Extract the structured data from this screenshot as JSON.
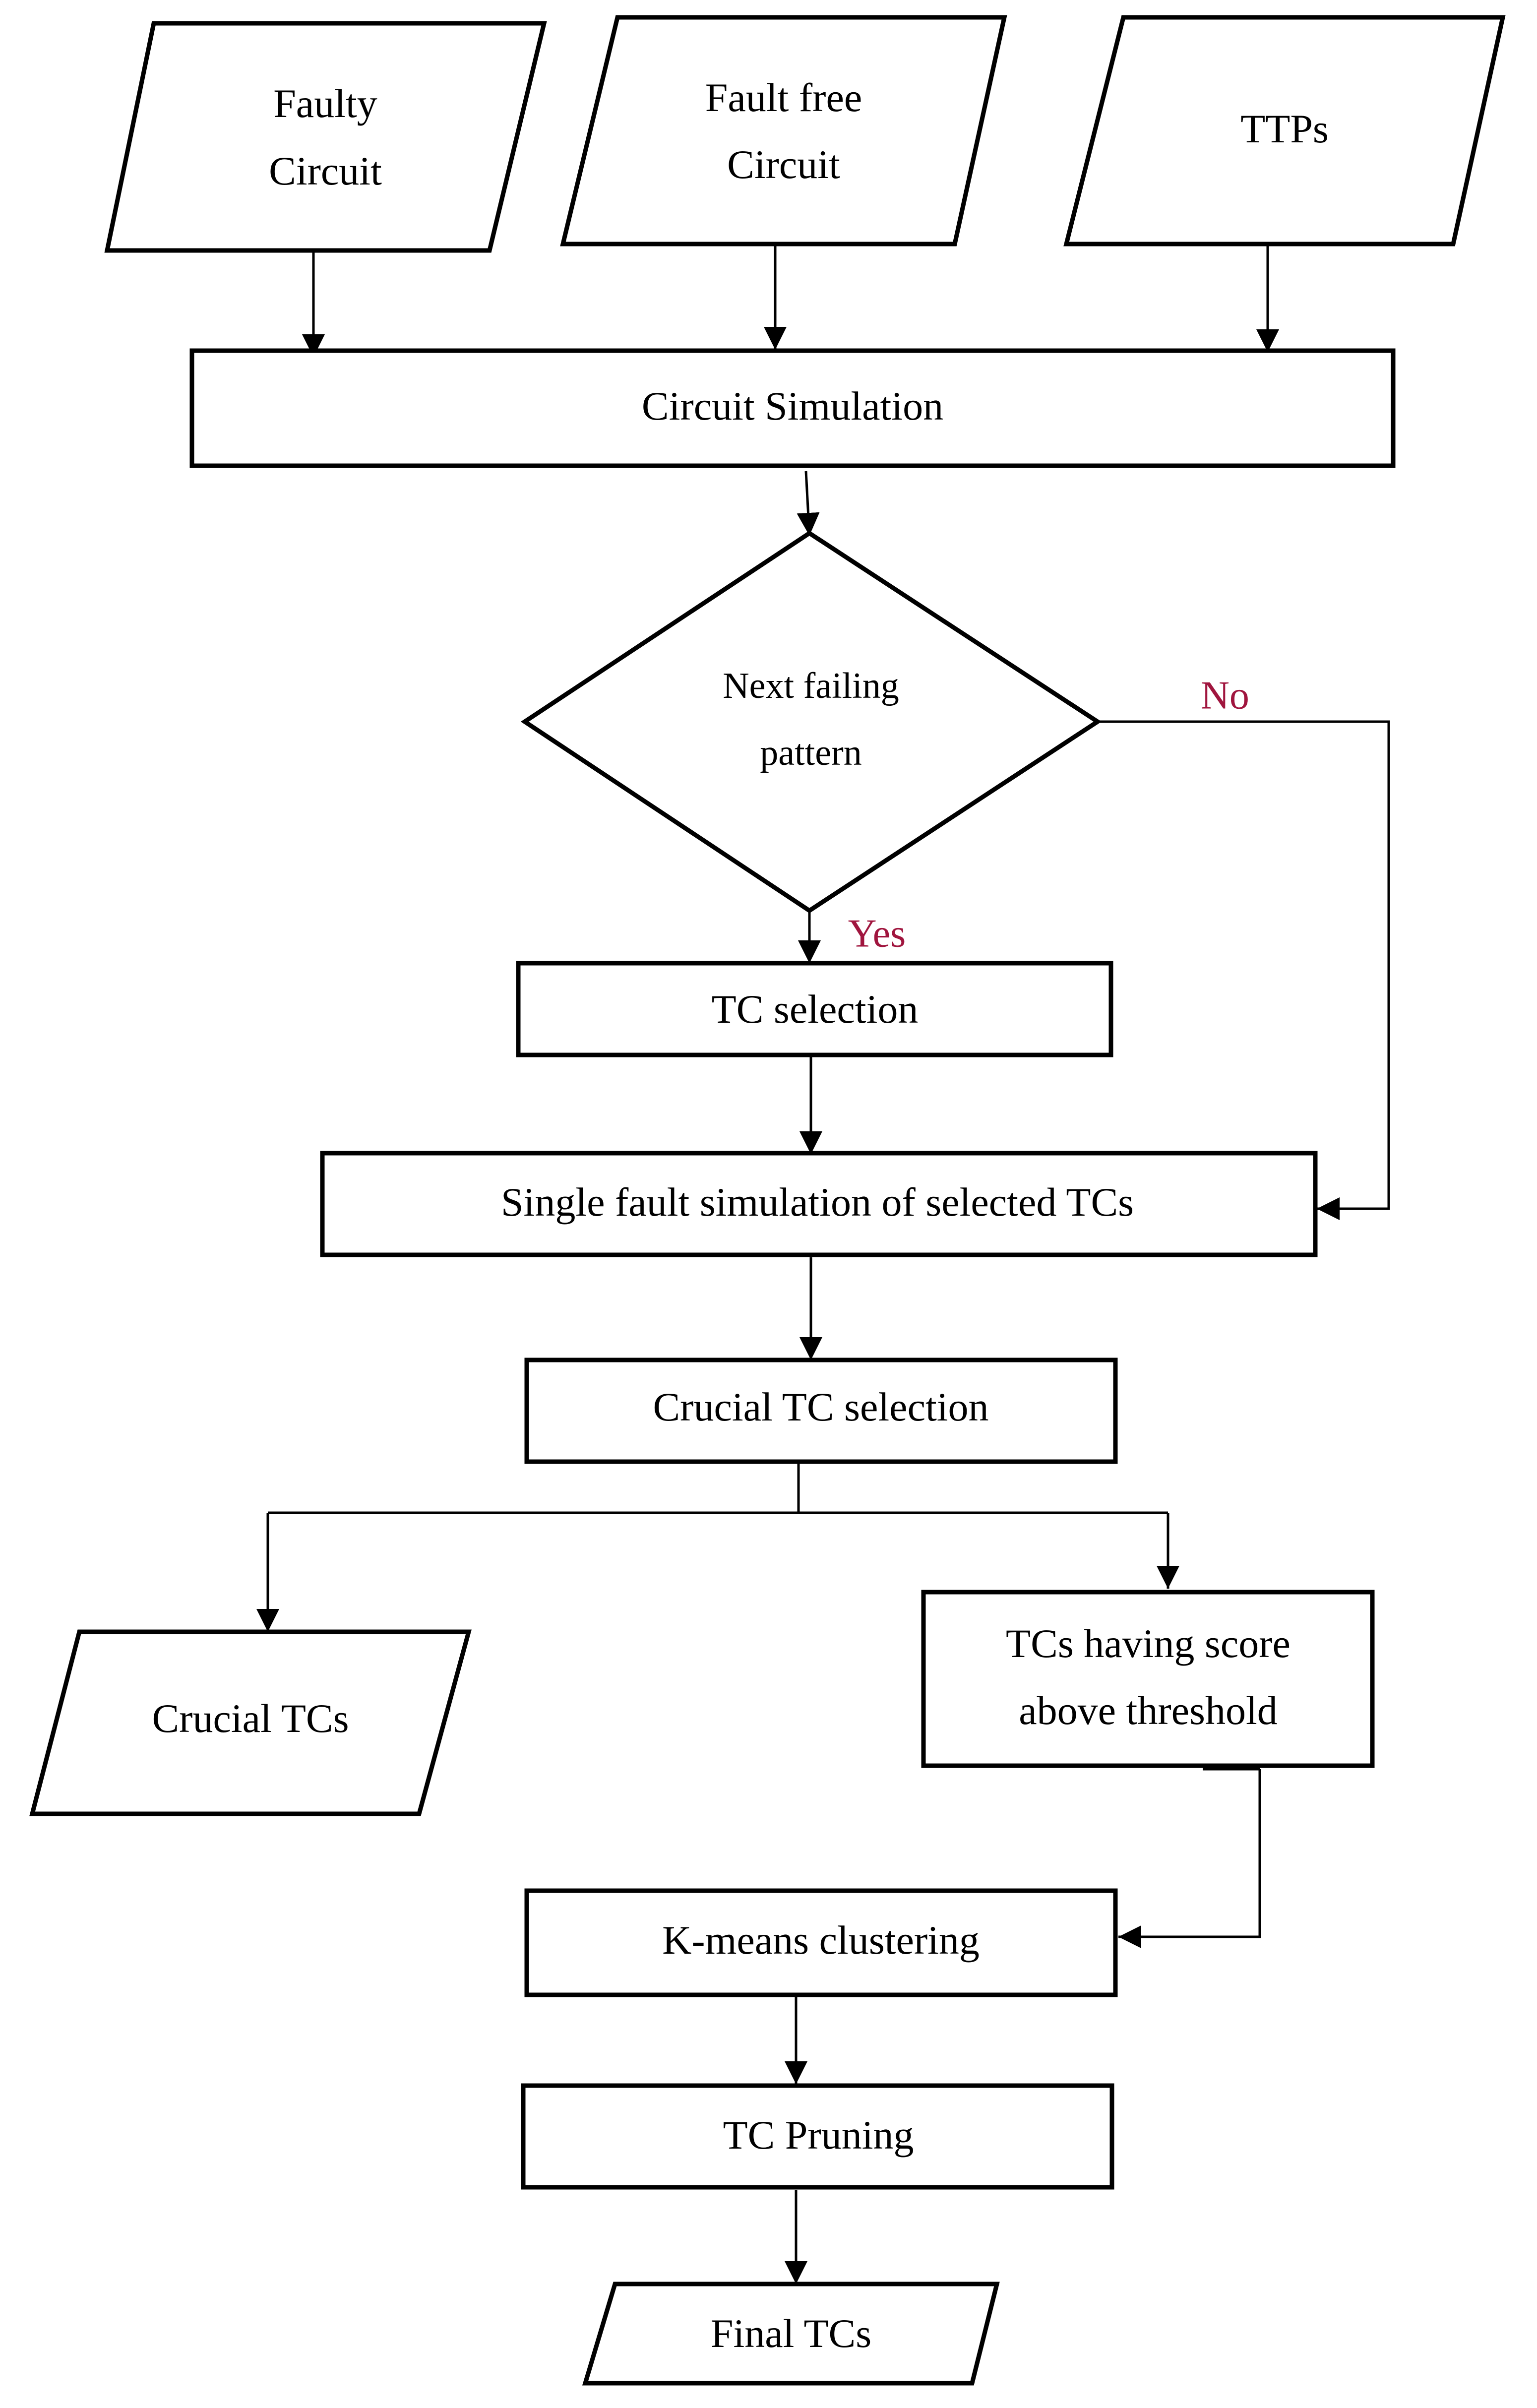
{
  "colors": {
    "line": "#000000",
    "shape_fill": "#ffffff",
    "branch_label": "#a0153e"
  },
  "nodes": {
    "faulty_circuit": {
      "line1": "Faulty",
      "line2": "Circuit"
    },
    "fault_free_circuit": {
      "line1": "Fault free",
      "line2": "Circuit"
    },
    "ttps": {
      "label": "TTPs"
    },
    "circuit_simulation": {
      "label": "Circuit Simulation"
    },
    "decision": {
      "line1": "Next failing",
      "line2": "pattern"
    },
    "tc_selection": {
      "label": "TC selection"
    },
    "single_fault_simulation": {
      "label": "Single fault simulation of selected TCs"
    },
    "crucial_tc_selection": {
      "label": "Crucial TC selection"
    },
    "crucial_tcs": {
      "label": "Crucial TCs"
    },
    "tcs_above_threshold": {
      "line1": "TCs having score",
      "line2": "above threshold"
    },
    "kmeans_clustering": {
      "label": "K-means clustering"
    },
    "tc_pruning": {
      "label": "TC Pruning"
    },
    "final_tcs": {
      "label": "Final TCs"
    }
  },
  "edges": {
    "yes_label": "Yes",
    "no_label": "No"
  }
}
